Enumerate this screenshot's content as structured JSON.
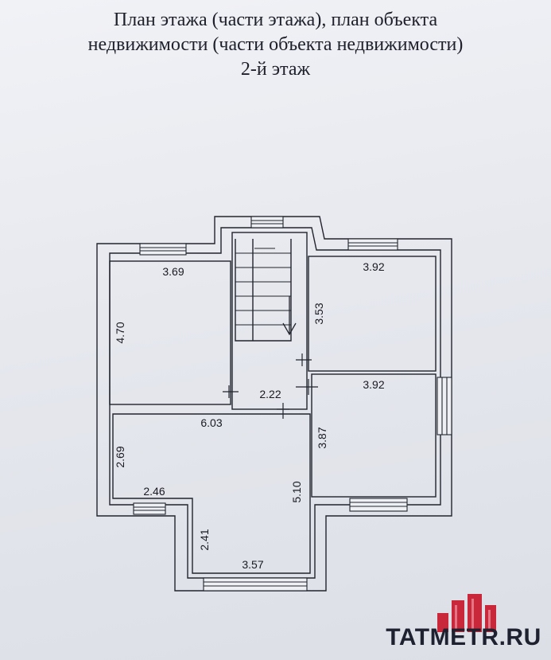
{
  "title": {
    "line1": "План этажа (части этажа), план объекта",
    "line2": "недвижимости (части объекта недвижимости)",
    "line3": "2-й этаж"
  },
  "dimensions": {
    "room_nw_width": "3.69",
    "room_nw_depth": "4.70",
    "room_ne_width": "3.92",
    "room_ne_depth": "3.53",
    "corridor_width": "2.22",
    "room_e_width": "3.92",
    "room_e_depth": "3.87",
    "hall_width": "6.03",
    "hall_left_depth": "2.69",
    "hall_step_width": "2.46",
    "hall_lower_depth": "2.41",
    "hall_right_depth": "5.10",
    "hall_bottom_width": "3.57"
  },
  "logo": {
    "text": "TATMETR.RU"
  },
  "colors": {
    "line": "#22242e",
    "logo_red": "#c8283a"
  }
}
